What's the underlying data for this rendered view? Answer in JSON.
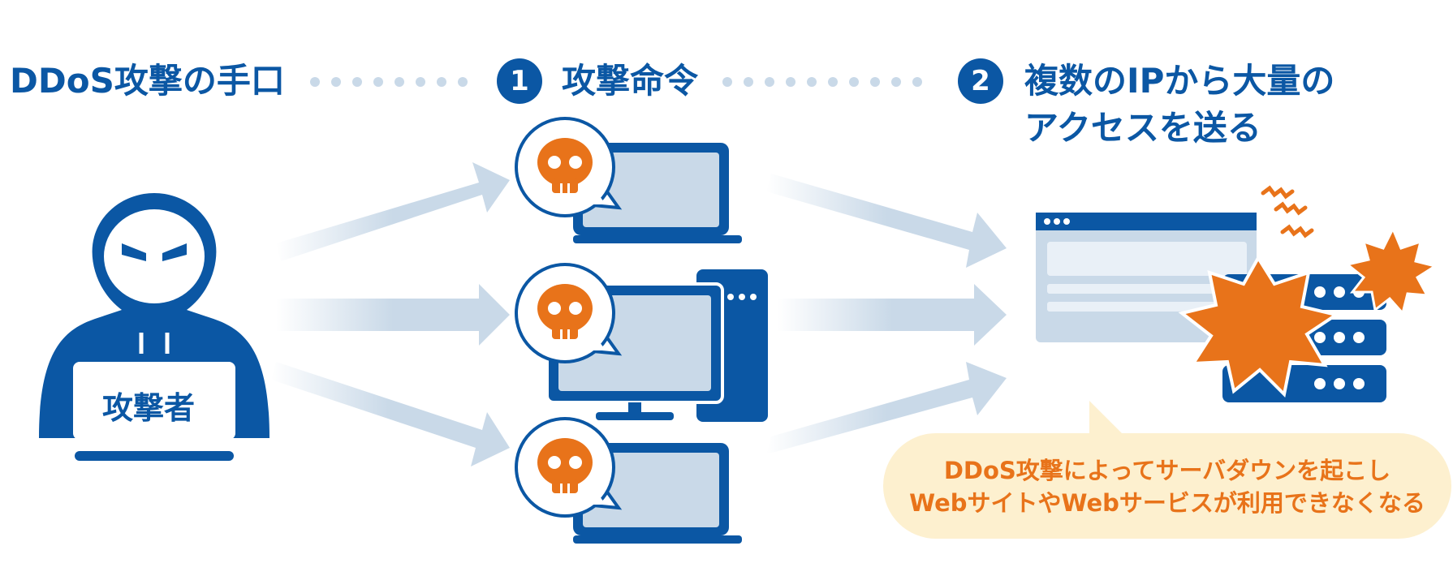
{
  "header": {
    "title": "DDoS攻撃の手口",
    "step1": {
      "number": "1",
      "label": "攻撃命令"
    },
    "step2": {
      "number": "2",
      "label_line1": "複数のIPから大量の",
      "label_line2": "アクセスを送る"
    }
  },
  "attacker": {
    "label": "攻撃者"
  },
  "callout": {
    "line1": "DDoS攻撃によってサーバダウンを起こし",
    "line2": "WebサイトやWebサービスが利用できなくなる"
  },
  "colors": {
    "primary": "#0b57a4",
    "light": "#c9d9e8",
    "orange": "#e8731a",
    "cream": "#fdf0cf"
  },
  "icons": [
    "hacker-icon",
    "skull-icon",
    "laptop-icon",
    "desktop-computer-icon",
    "browser-window-icon",
    "server-icon",
    "explosion-icon"
  ]
}
